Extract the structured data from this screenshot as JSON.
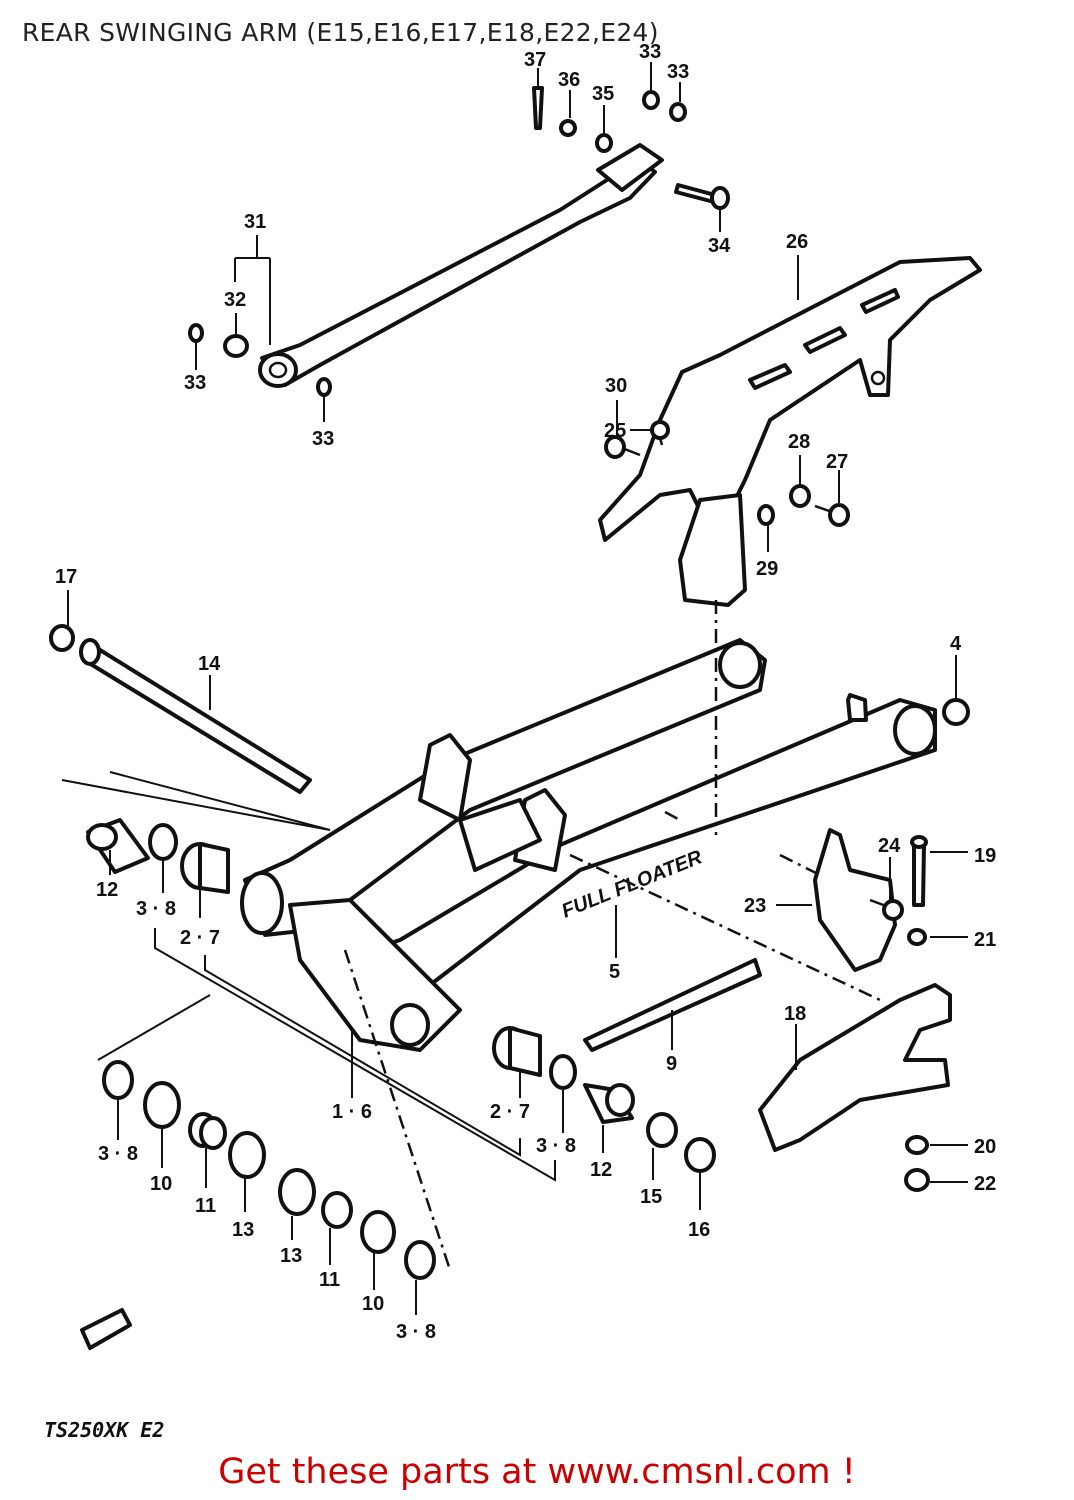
{
  "title": "REAR SWINGING ARM (E15,E16,E17,E18,E22,E24)",
  "footer": "Get these parts at www.cmsnl.com !",
  "model_code": "TS250XK E2",
  "swingarm_text_1": "FULL FLOATER",
  "labels": {
    "l1": "1 · 6",
    "l2": "2 · 7",
    "l3": "3 · 8",
    "l4": "4",
    "l5": "5",
    "l9": "9",
    "l10": "10",
    "l11": "11",
    "l12": "12",
    "l13": "13",
    "l14": "14",
    "l15": "15",
    "l16": "16",
    "l17": "17",
    "l18": "18",
    "l19": "19",
    "l20": "20",
    "l21": "21",
    "l22": "22",
    "l23": "23",
    "l24": "24",
    "l25": "25",
    "l26": "26",
    "l27": "27",
    "l28": "28",
    "l29": "29",
    "l30": "30",
    "l31": "31",
    "l32": "32",
    "l33": "33",
    "l34": "34",
    "l35": "35",
    "l36": "36",
    "l37": "37"
  }
}
